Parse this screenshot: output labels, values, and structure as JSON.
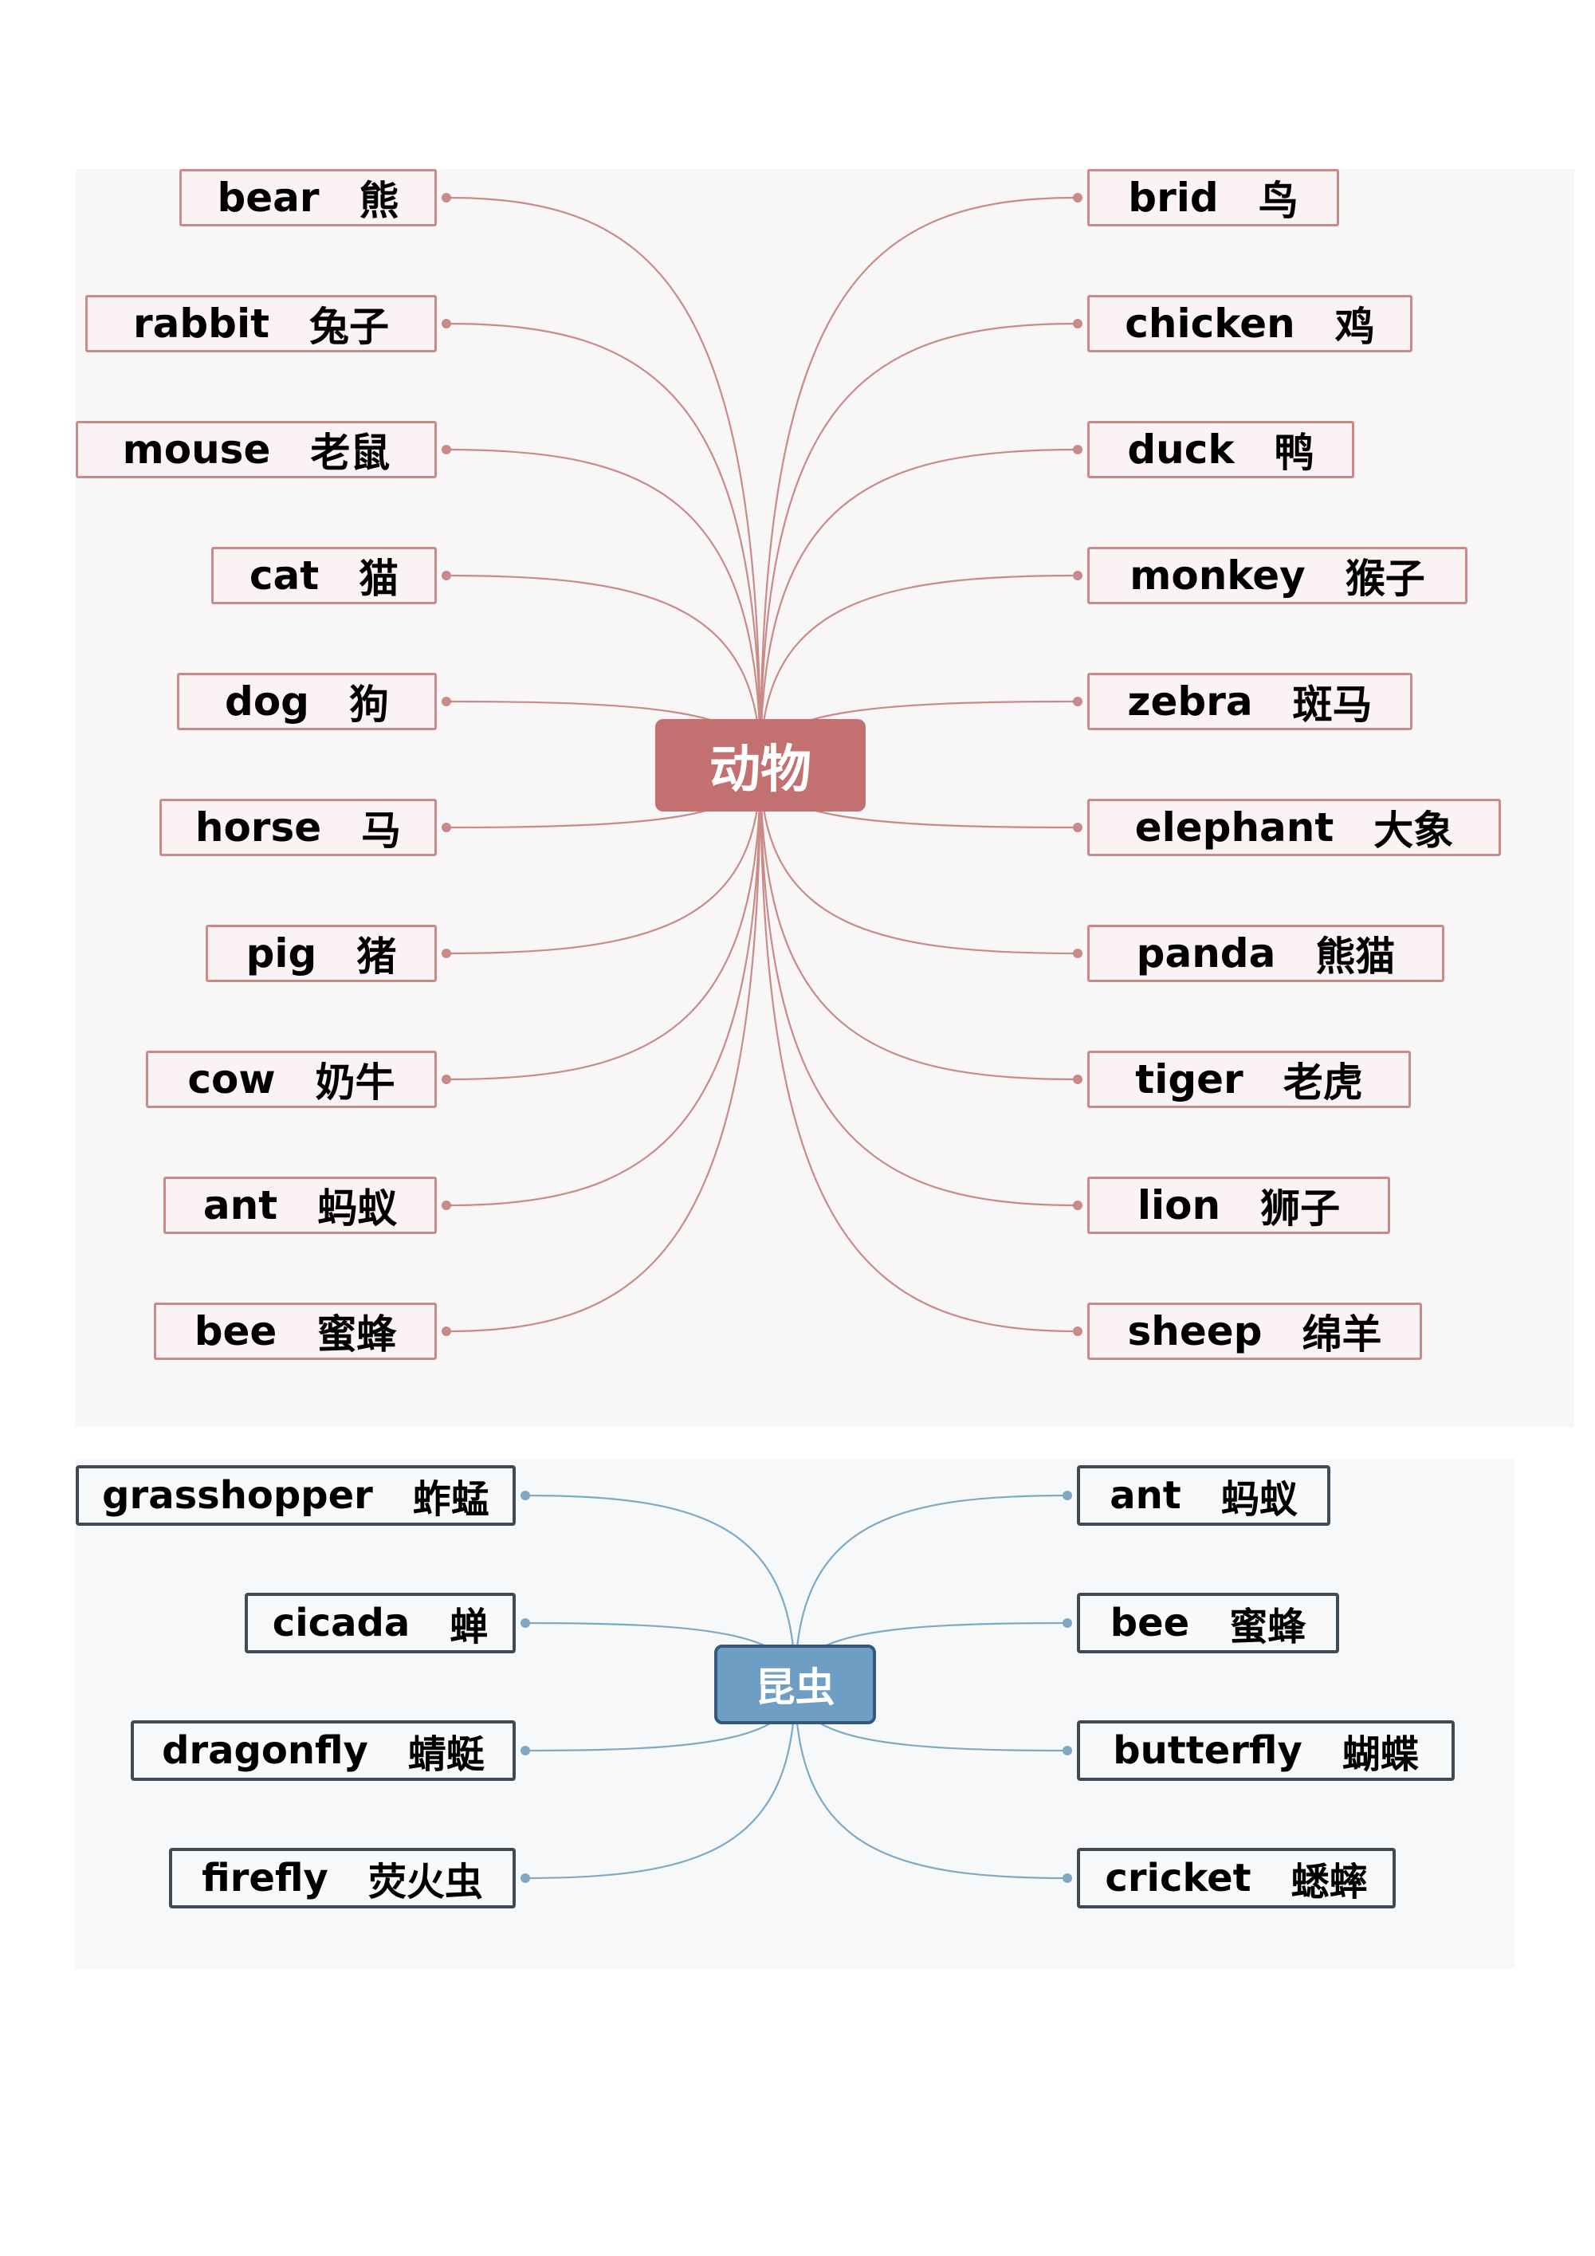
{
  "colors": {
    "animals_accent": "#c27070",
    "animals_line": "#c98a8a",
    "insects_accent": "#6e9ec4",
    "insects_line": "#7fa8c4"
  },
  "animals": {
    "center": "动物",
    "left": [
      {
        "en": "bear",
        "zh": "熊"
      },
      {
        "en": "rabbit",
        "zh": "兔子"
      },
      {
        "en": "mouse",
        "zh": "老鼠"
      },
      {
        "en": "cat",
        "zh": "猫"
      },
      {
        "en": "dog",
        "zh": "狗"
      },
      {
        "en": "horse",
        "zh": "马"
      },
      {
        "en": "pig",
        "zh": "猪"
      },
      {
        "en": "cow",
        "zh": "奶牛"
      },
      {
        "en": "ant",
        "zh": "蚂蚁"
      },
      {
        "en": "bee",
        "zh": "蜜蜂"
      }
    ],
    "right": [
      {
        "en": "brid",
        "zh": "鸟"
      },
      {
        "en": "chicken",
        "zh": "鸡"
      },
      {
        "en": "duck",
        "zh": "鸭"
      },
      {
        "en": "monkey",
        "zh": "猴子"
      },
      {
        "en": "zebra",
        "zh": "斑马"
      },
      {
        "en": "elephant",
        "zh": "大象"
      },
      {
        "en": "panda",
        "zh": "熊猫"
      },
      {
        "en": "tiger",
        "zh": "老虎"
      },
      {
        "en": "lion",
        "zh": "狮子"
      },
      {
        "en": "sheep",
        "zh": "绵羊"
      }
    ]
  },
  "insects": {
    "center": "昆虫",
    "left": [
      {
        "en": "grasshopper",
        "zh": "蚱蜢"
      },
      {
        "en": "cicada",
        "zh": "蝉"
      },
      {
        "en": "dragonfly",
        "zh": "蜻蜓"
      },
      {
        "en": "firefly",
        "zh": "荧火虫"
      }
    ],
    "right": [
      {
        "en": "ant",
        "zh": "蚂蚁"
      },
      {
        "en": "bee",
        "zh": "蜜蜂"
      },
      {
        "en": "butterfly",
        "zh": "蝴蝶"
      },
      {
        "en": "cricket",
        "zh": "蟋蟀"
      }
    ]
  }
}
